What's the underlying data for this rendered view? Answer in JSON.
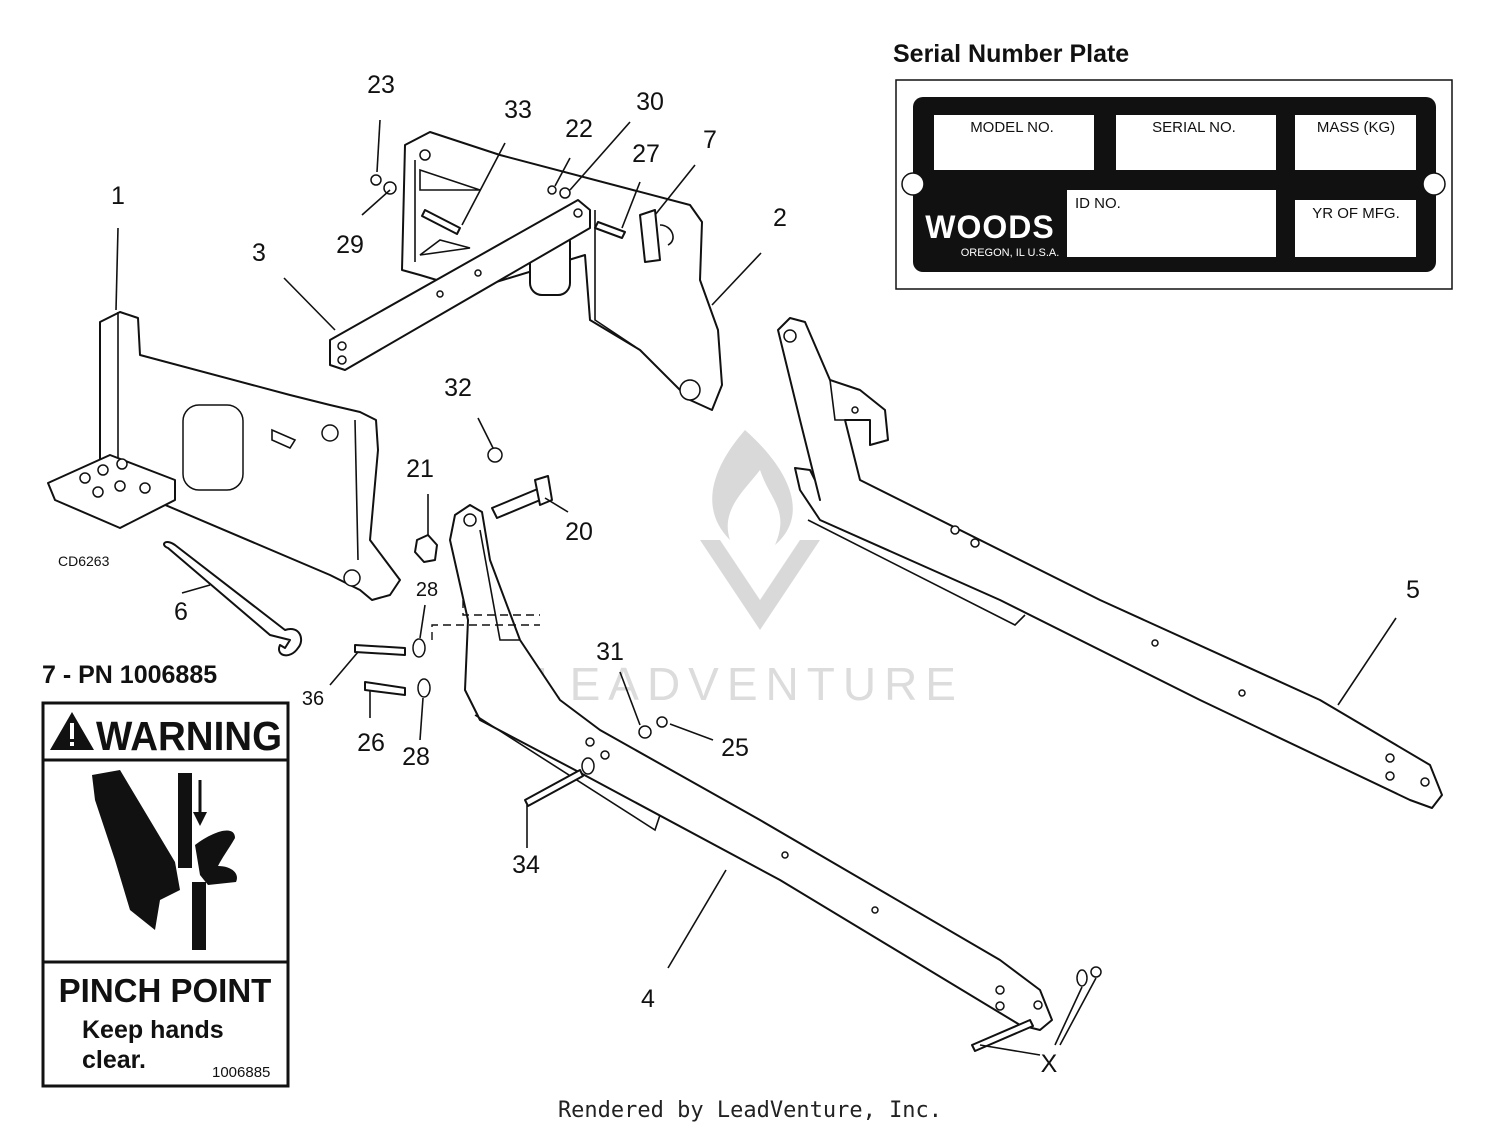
{
  "diagram_code": "CD6263",
  "callouts": {
    "c1": "1",
    "c2": "2",
    "c3": "3",
    "c4": "4",
    "c5": "5",
    "c6": "6",
    "c7": "7",
    "c20": "20",
    "c21": "21",
    "c22": "22",
    "c23": "23",
    "c25": "25",
    "c26": "26",
    "c27": "27",
    "c28a": "28",
    "c28b": "28",
    "c29": "29",
    "c30": "30",
    "c31": "31",
    "c32": "32",
    "c33": "33",
    "c34": "34",
    "c36": "36",
    "x": "X"
  },
  "serial_plate": {
    "heading": "Serial Number Plate",
    "model_label": "MODEL NO.",
    "serial_label": "SERIAL NO.",
    "mass_label": "MASS (KG)",
    "id_label": "ID NO.",
    "year_label": "YR OF MFG.",
    "brand": "WOODS",
    "location": "OREGON, IL U.S.A."
  },
  "warning_decal": {
    "part_ref": "7 - PN 1006885",
    "signal_word": "WARNING",
    "hazard": "PINCH POINT",
    "instruction_line1": "Keep hands",
    "instruction_line2": "clear.",
    "decal_number": "1006885"
  },
  "watermark": "LEADVENTURE",
  "footer": "Rendered by LeadVenture, Inc."
}
